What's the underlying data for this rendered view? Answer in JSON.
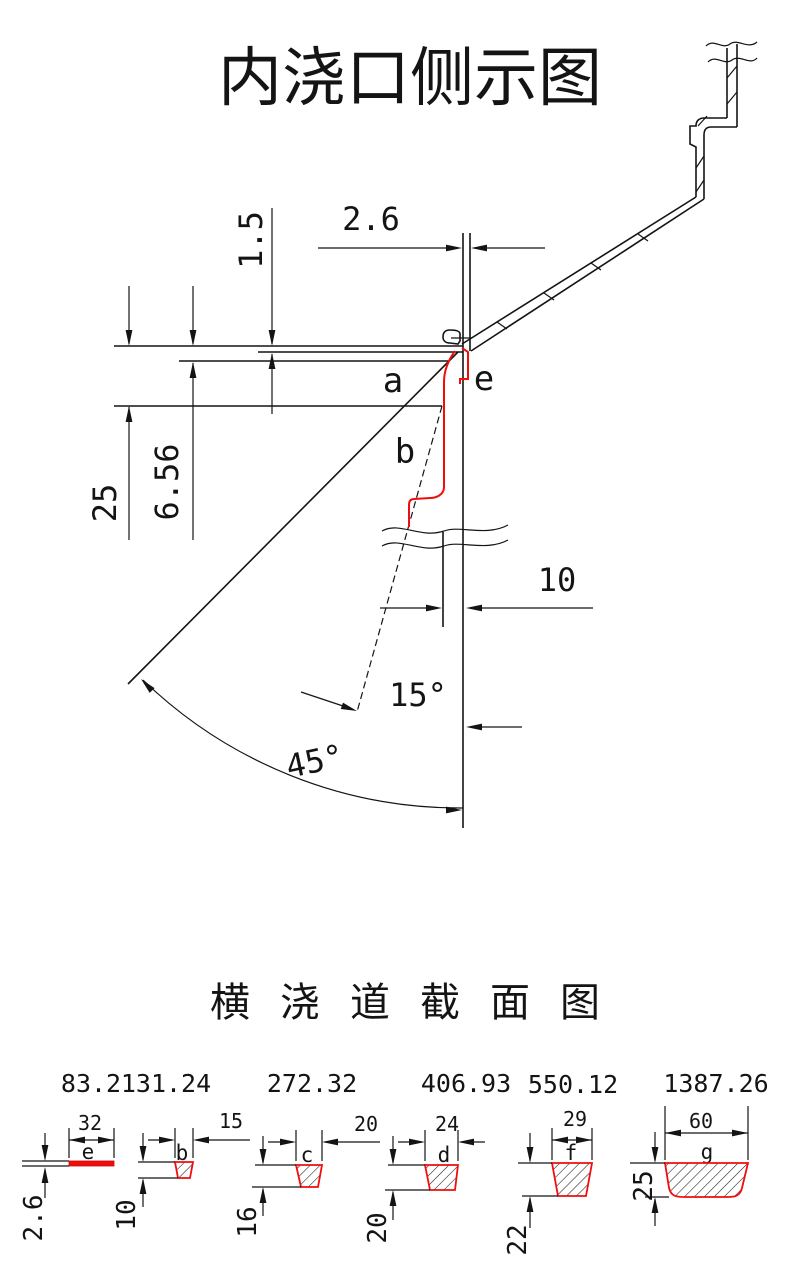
{
  "side_view": {
    "title": "内浇口侧示图",
    "dims": {
      "gate_thickness": "2.6",
      "land": "1.5",
      "a_height": "6.56",
      "depth": "25",
      "runner_offset": "10",
      "draft_angle": "15°",
      "gate_angle": "45°"
    },
    "labels": {
      "a": "a",
      "b": "b",
      "e": "e"
    }
  },
  "section_view": {
    "title": "横 浇 道 截 面 图",
    "sections": [
      {
        "label": "e",
        "area": "83.2",
        "width": "32",
        "height": "2.6"
      },
      {
        "label": "b",
        "area": "131.24",
        "width": "15",
        "height": "10"
      },
      {
        "label": "c",
        "area": "272.32",
        "width": "20",
        "height": "16"
      },
      {
        "label": "d",
        "area": "406.93",
        "width": "24",
        "height": "20"
      },
      {
        "label": "f",
        "area": "550.12",
        "width": "29",
        "height": "22"
      },
      {
        "label": "g",
        "area": "1387.26",
        "width": "60",
        "height": "25"
      }
    ]
  },
  "colors": {
    "line": "#141414",
    "accent_red": "#f20d0d"
  }
}
